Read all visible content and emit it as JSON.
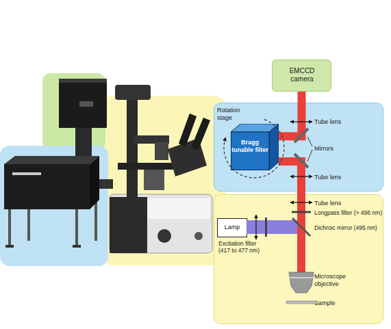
{
  "diagram": {
    "nodes": [
      {
        "text": [
          "EMCCD camera"
        ]
      },
      {
        "text": [
          "Rotation stage",
          "Tube lens",
          "Mirrors",
          "Tube lens"
        ]
      },
      {
        "text": [
          "Bragg tunable filter"
        ],
        "in": 1
      },
      {
        "text": [
          "Tube lens",
          "Longpass filter (> 496 nm)",
          "Dichroic mirror (495 nm)",
          "Excitation filter (417 to 477 nm)",
          "Microscope objective",
          "Sample"
        ]
      },
      {
        "text": [
          "Lamp"
        ],
        "in": 3
      }
    ],
    "edges": [
      {
        "from": 2,
        "to": 0,
        "arrow": "none"
      },
      {
        "from": 3,
        "to": 2,
        "arrow": "none"
      }
    ]
  }
}
